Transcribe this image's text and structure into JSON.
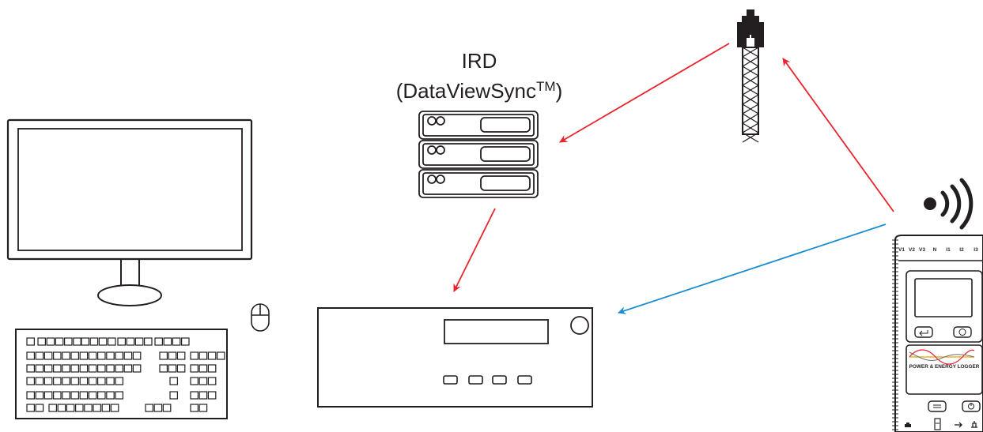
{
  "server": {
    "title": "IRD",
    "subtitle": "(DataViewSync",
    "trademark": "TM",
    "close": ")"
  },
  "logger": {
    "terminals": [
      "V1",
      "V2",
      "V3",
      "N",
      "I1",
      "I2",
      "I3"
    ],
    "product_label": "POWER & ENERGY LOGGER"
  },
  "arrow_colors": {
    "cellular": "#e8242c",
    "wireless": "#1b8ed1",
    "outline": "#231f20"
  }
}
